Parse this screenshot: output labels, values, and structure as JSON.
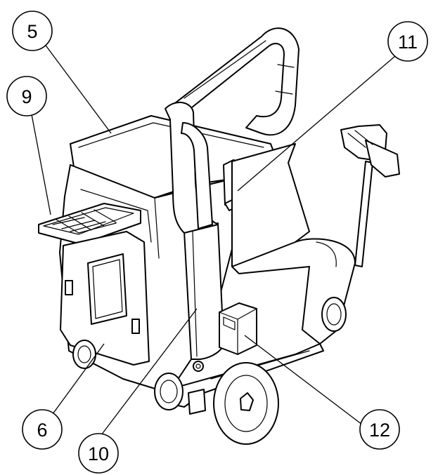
{
  "callouts": [
    {
      "id": "5",
      "label": "5"
    },
    {
      "id": "9",
      "label": "9"
    },
    {
      "id": "11",
      "label": "11"
    },
    {
      "id": "6",
      "label": "6"
    },
    {
      "id": "10",
      "label": "10"
    },
    {
      "id": "12",
      "label": "12"
    }
  ]
}
